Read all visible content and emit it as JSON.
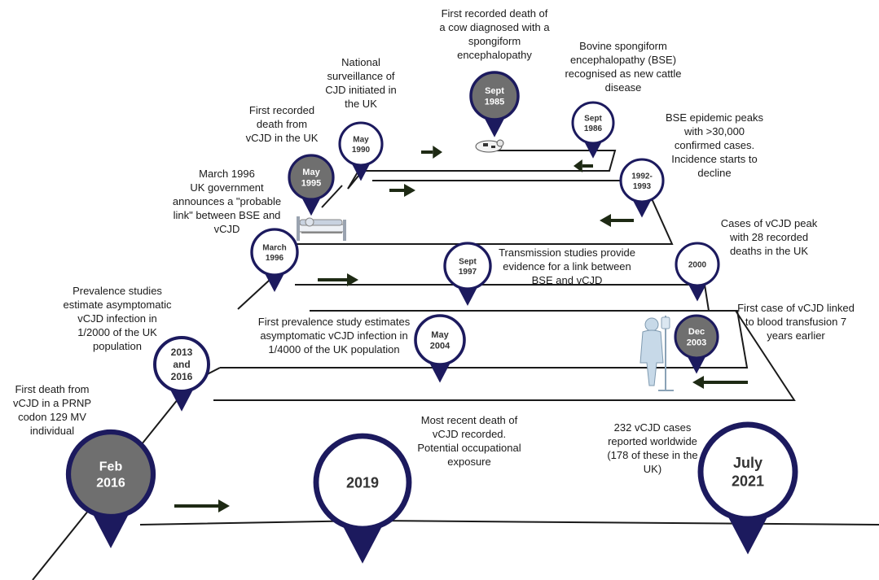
{
  "colors": {
    "pin_border": "#1c1a5e",
    "pin_dark_fill": "#6f6f6f",
    "pin_light_fill": "#ffffff",
    "track": "#1a1a1a",
    "arrow": "#1e2a14",
    "text": "#1a1a1a"
  },
  "events": [
    {
      "id": "sept-1985",
      "date": "Sept\n1985",
      "filled": true,
      "text": "First recorded death of\na cow diagnosed with a\nspongiform\nencephalopathy"
    },
    {
      "id": "sept-1986",
      "date": "Sept\n1986",
      "filled": false,
      "text": "Bovine spongiform\nencephalopathy (BSE)\nrecognised as new cattle\ndisease"
    },
    {
      "id": "1992-1993",
      "date": "1992-\n1993",
      "filled": false,
      "text": "BSE epidemic peaks\nwith >30,000\nconfirmed cases.\nIncidence starts to\ndecline"
    },
    {
      "id": "may-1990",
      "date": "May\n1990",
      "filled": false,
      "text": "National\nsurveillance of\nCJD initiated in\nthe UK"
    },
    {
      "id": "may-1995",
      "date": "May\n1995",
      "filled": true,
      "text": "First recorded\ndeath from\nvCJD in the UK"
    },
    {
      "id": "march-1996",
      "date": "March\n1996",
      "filled": false,
      "text": "March 1996\nUK government\nannounces a \"probable\nlink\" between BSE and\nvCJD"
    },
    {
      "id": "2000",
      "date": "2000",
      "filled": false,
      "text": "Cases of vCJD peak\nwith 28 recorded\ndeaths in the UK"
    },
    {
      "id": "sept-1997",
      "date": "Sept\n1997",
      "filled": false,
      "text": "Transmission studies provide\nevidence for a link between\nBSE and vCJD"
    },
    {
      "id": "dec-2003",
      "date": "Dec\n2003",
      "filled": true,
      "text": "First case of vCJD linked\nto blood transfusion 7\nyears earlier"
    },
    {
      "id": "may-2004",
      "date": "May\n2004",
      "filled": false,
      "text": "First prevalence study estimates\nasymptomatic  vCJD infection in\n1/4000 of the UK  population"
    },
    {
      "id": "2013-2016",
      "date": "2013\nand\n2016",
      "filled": false,
      "text": "Prevalence studies\nestimate asymptomatic\nvCJD infection  in\n1/2000 of the UK\npopulation"
    },
    {
      "id": "feb-2016",
      "date": "Feb\n2016",
      "filled": true,
      "text": "First death from\nvCJD in a PRNP\ncodon 129 MV\nindividual"
    },
    {
      "id": "2019",
      "date": "2019",
      "filled": false,
      "text": "Most recent death of\nvCJD recorded.\nPotential occupational\nexposure"
    },
    {
      "id": "july-2021",
      "date": "July\n2021",
      "filled": false,
      "text": "232 vCJD cases\nreported  worldwide\n(178 of these in the\nUK)"
    }
  ],
  "icons": {
    "cow": "cow-icon",
    "hospital_bed": "hospital-bed-icon",
    "transfusion_patient": "transfusion-patient-icon",
    "arrow": "arrow-icon"
  }
}
